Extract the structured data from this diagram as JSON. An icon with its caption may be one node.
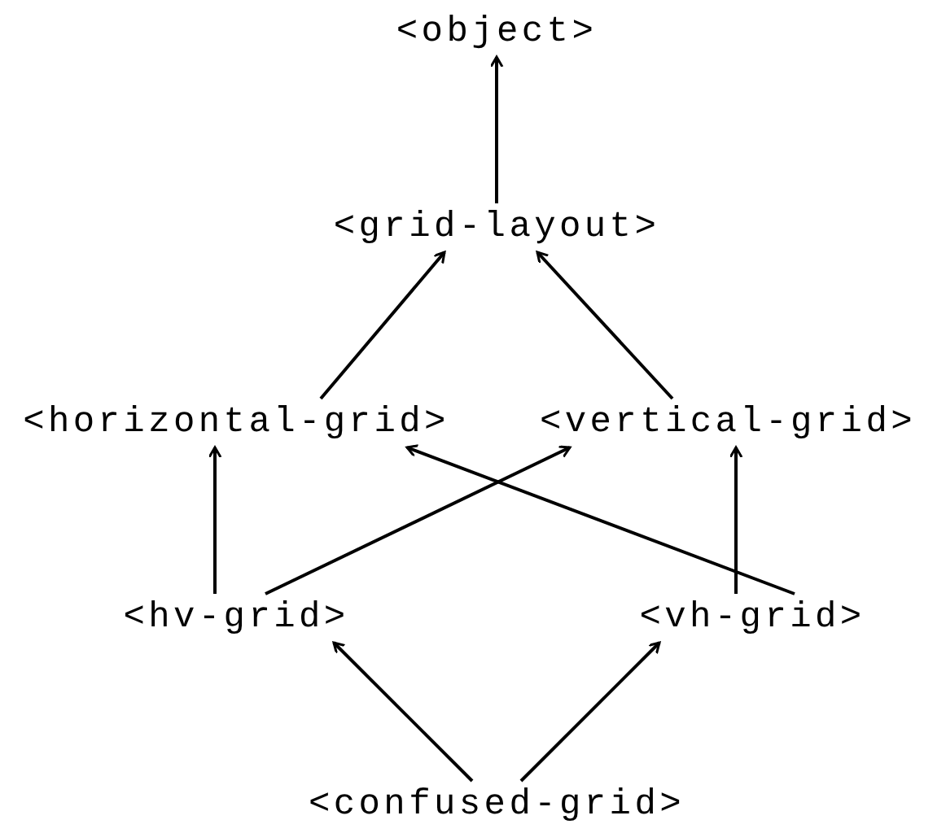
{
  "diagram": {
    "nodes": [
      {
        "text": [
          "<object>"
        ]
      },
      {
        "text": [
          "<grid-layout>"
        ]
      },
      {
        "text": [
          "<horizontal-grid>"
        ]
      },
      {
        "text": [
          "<vertical-grid>"
        ]
      },
      {
        "text": [
          "<hv-grid>"
        ]
      },
      {
        "text": [
          "<vh-grid>"
        ]
      },
      {
        "text": [
          "<confused-grid>"
        ]
      }
    ],
    "edges": [
      {
        "from": 1,
        "to": 0,
        "arrow": "to"
      },
      {
        "from": 2,
        "to": 1,
        "arrow": "to"
      },
      {
        "from": 3,
        "to": 1,
        "arrow": "to"
      },
      {
        "from": 4,
        "to": 2,
        "arrow": "to"
      },
      {
        "from": 4,
        "to": 3,
        "arrow": "to"
      },
      {
        "from": 5,
        "to": 2,
        "arrow": "to"
      },
      {
        "from": 5,
        "to": 3,
        "arrow": "to"
      },
      {
        "from": 6,
        "to": 4,
        "arrow": "to"
      },
      {
        "from": 6,
        "to": 5,
        "arrow": "to"
      }
    ]
  }
}
